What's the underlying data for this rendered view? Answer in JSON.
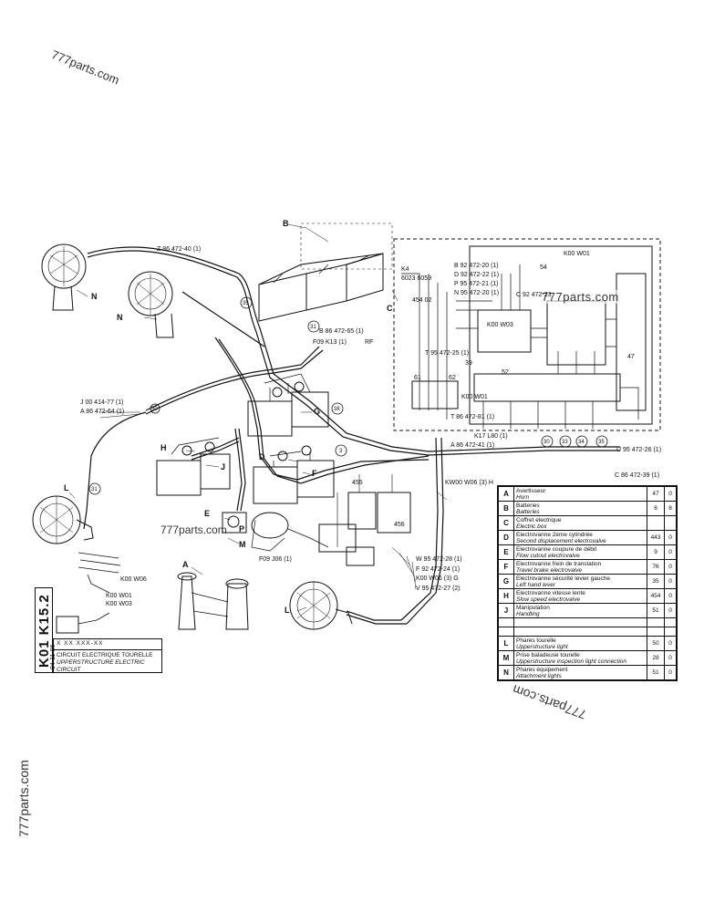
{
  "watermarks": [
    "777parts.com",
    "777parts.com",
    "777parts.com",
    "777parts.com",
    "777parts.com"
  ],
  "drawing": {
    "code": "K01  K15.2",
    "date": "04-11-86",
    "reference": "X XX  XXX-XX",
    "title_fr": "Circuit electrique tourelle",
    "title_en": "Upperstructure electric circuit"
  },
  "legend": {
    "rows": [
      {
        "letter": "A",
        "fr": "Avertisseur",
        "en": "Horn",
        "num": "47",
        "zero": "0"
      },
      {
        "letter": "B",
        "fr": "Batteries",
        "en": "Batteries",
        "num": "8",
        "zero": "8"
      },
      {
        "letter": "C",
        "fr": "Coffret electrique",
        "en": "Electric box",
        "num": "",
        "zero": ""
      },
      {
        "letter": "D",
        "fr": "Electrovanne 2ème cylindrée",
        "en": "Second displacement electrovalve",
        "num": "443",
        "zero": "0"
      },
      {
        "letter": "E",
        "fr": "Electrovanne coupure de débit",
        "en": "Flow cutout electrovalve",
        "num": "9",
        "zero": "0"
      },
      {
        "letter": "F",
        "fr": "Electrovanne frein de translation",
        "en": "Travel brake electrovalve",
        "num": "76",
        "zero": "0"
      },
      {
        "letter": "G",
        "fr": "Electrovanne sécurité levier gauche",
        "en": "Left hand lever",
        "num": "35",
        "zero": "0"
      },
      {
        "letter": "H",
        "fr": "Electrovanne vitesse lente",
        "en": "Slow speed electrovalve",
        "num": "454",
        "zero": "0"
      },
      {
        "letter": "J",
        "fr": "Manipulation",
        "en": "Handling",
        "num": "51",
        "zero": "0"
      },
      {
        "letter": "L",
        "fr": "Phares tourelle",
        "en": "Upperstructure light",
        "num": "50",
        "zero": "0"
      },
      {
        "letter": "M",
        "fr": "Prise baladeuse tourelle",
        "en": "Upperstructure inspection light connection",
        "num": "28",
        "zero": "0"
      },
      {
        "letter": "N",
        "fr": "Phares équipement",
        "en": "Attachment lights",
        "num": "51",
        "zero": "0"
      }
    ]
  },
  "labels": {
    "z86": "Z 86 472-40 (1)",
    "b86": "B 86 472-65 (1)",
    "f09k13": "F09  K13 (1)",
    "rf": "RF",
    "j00": "J 00 414-77 (1)",
    "a86_64": "A 86 472-64 (1)",
    "b92": "B 92 472-20 (1)",
    "d92": "D 92 472-22 (1)",
    "p95": "P 95 472-21 (1)",
    "n95": "N 95 472-20 (1)",
    "c92": "C 92 472-23",
    "k00w01_top": "K00  W01",
    "k00w03": "K00  W03",
    "t95": "T 95 472-25 (1)",
    "k00w01_mid": "K00  W01",
    "t86": "T 86 472-81 (1)",
    "k17l80": "K17  L80 (1)",
    "a86_41": "A 86 472-41 (1)",
    "u95": "U 95 472-26 (1)",
    "c86": "C 86 472-39 (1)",
    "kw00w06_h": "KW00  W06 (3) H",
    "f09j06": "F09  J06 (1)",
    "w95": "W 95 472-28 (1)",
    "f92": "F 92 472-24 (1)",
    "k00w06g": "K00  W06 (3) G",
    "v95": "V 95 472-27 (2)",
    "k00w06_left": "K00  W06",
    "k00w01_left": "K00  W01",
    "k00w03_left": "K00  W03",
    "n1": "N",
    "n2": "N",
    "b": "B",
    "c": "C",
    "g": "G",
    "h": "H",
    "j": "J",
    "d": "D",
    "f": "F",
    "l1": "L",
    "e": "E",
    "p": "P",
    "m": "M",
    "a": "A",
    "l2": "L",
    "n6023": "6023  6059",
    "n454": "454 02",
    "n39": "39",
    "n61": "61",
    "n62": "62",
    "n52": "52",
    "n455": "455",
    "n456": "456",
    "n47": "47",
    "n54": "54",
    "k4": "K4"
  },
  "wire_ids": [
    "35",
    "31",
    "38",
    "3",
    "31",
    "30",
    "33",
    "34",
    "35",
    "30"
  ]
}
